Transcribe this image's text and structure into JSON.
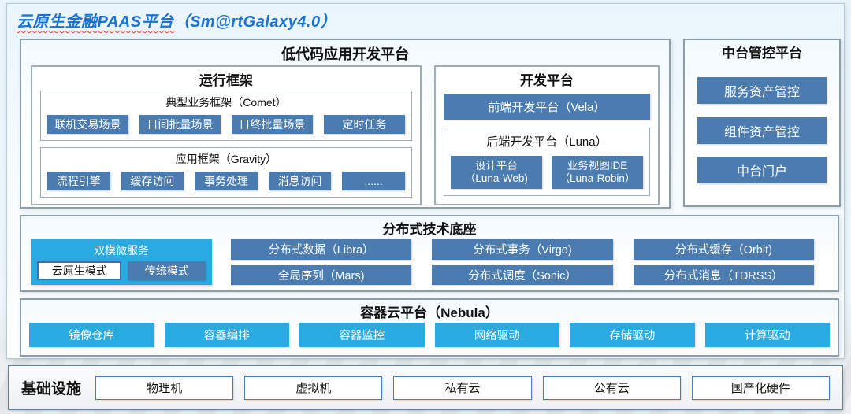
{
  "page": {
    "title_main": "云原生金融PAAS平台",
    "title_suffix": "（Sm@rtGalaxy4.0）"
  },
  "colors": {
    "title_blue": "#1a72d2",
    "steel_blue": "#4a7cb0",
    "bright_cyan": "#29abe2",
    "squiggle_red": "#f23a2f"
  },
  "low_code": {
    "title": "低代码应用开发平台",
    "runtime": {
      "title": "运行框架",
      "comet": {
        "label": "典型业务框架（Comet）",
        "items": [
          "联机交易场景",
          "日间批量场景",
          "日终批量场景",
          "定时任务"
        ]
      },
      "gravity": {
        "label": "应用框架（Gravity）",
        "items": [
          "流程引擎",
          "缓存访问",
          "事务处理",
          "消息访问",
          "......"
        ]
      }
    },
    "dev": {
      "title": "开发平台",
      "vela": "前端开发平台（Vela）",
      "luna": {
        "label": "后端开发平台（Luna）",
        "items": [
          {
            "l1": "设计平台",
            "l2": "（Luna-Web)"
          },
          {
            "l1": "业务视图IDE",
            "l2": "（Luna-Robin）"
          }
        ]
      }
    }
  },
  "middle_platform": {
    "title": "中台管控平台",
    "items": [
      "服务资产管控",
      "组件资产管控",
      "中台门户"
    ]
  },
  "distributed": {
    "title": "分布式技术底座",
    "dual_mode": {
      "title": "双模微服务",
      "native": "云原生模式",
      "traditional": "传统模式"
    },
    "grid": [
      "分布式数据（Libra）",
      "分布式事务（Virgo)",
      "分布式缓存（Orbit)",
      "全局序列（Mars)",
      "分布式调度（Sonic）",
      "分布式消息（TDRSS）"
    ]
  },
  "container_cloud": {
    "title": "容器云平台（Nebula）",
    "items": [
      "镜像仓库",
      "容器编排",
      "容器监控",
      "网络驱动",
      "存储驱动",
      "计算驱动"
    ]
  },
  "infrastructure": {
    "title": "基础设施",
    "items": [
      "物理机",
      "虚拟机",
      "私有云",
      "公有云",
      "国产化硬件"
    ]
  }
}
